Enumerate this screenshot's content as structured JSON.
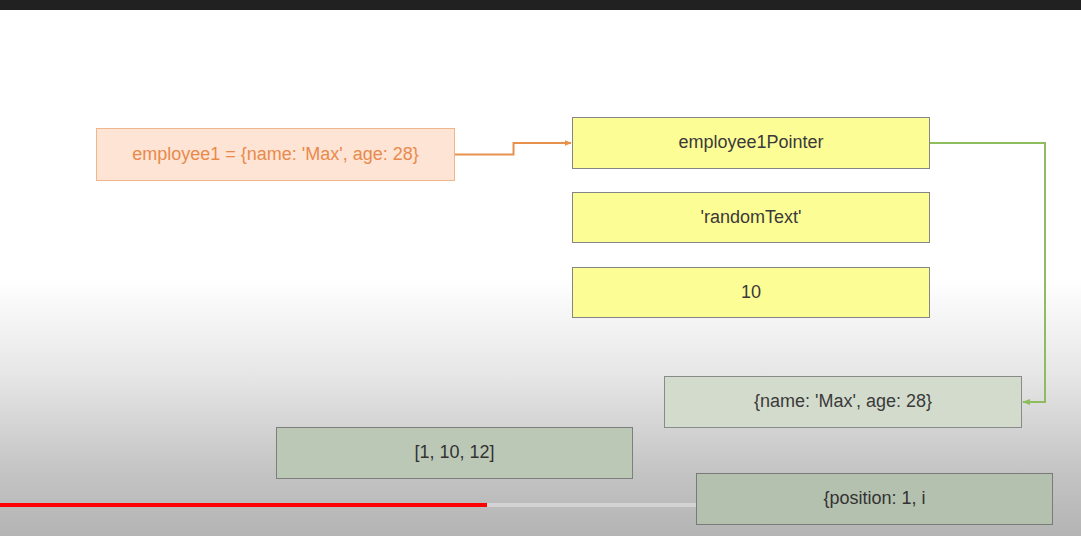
{
  "diagram": {
    "nodes": [
      {
        "text": [
          "employee1 = {name: 'Max', age: 28}"
        ]
      },
      {
        "text": [
          "employee1Pointer"
        ]
      },
      {
        "text": [
          "'randomText'"
        ]
      },
      {
        "text": [
          "10"
        ]
      },
      {
        "text": [
          "{name: 'Max', age: 28}"
        ]
      },
      {
        "text": [
          "[1, 10, 12]"
        ]
      },
      {
        "text": [
          "{position: 1, i"
        ]
      }
    ],
    "edges": [
      {
        "from": 0,
        "to": 1,
        "arrow": "to"
      },
      {
        "from": 1,
        "to": 4,
        "arrow": "to"
      }
    ]
  }
}
